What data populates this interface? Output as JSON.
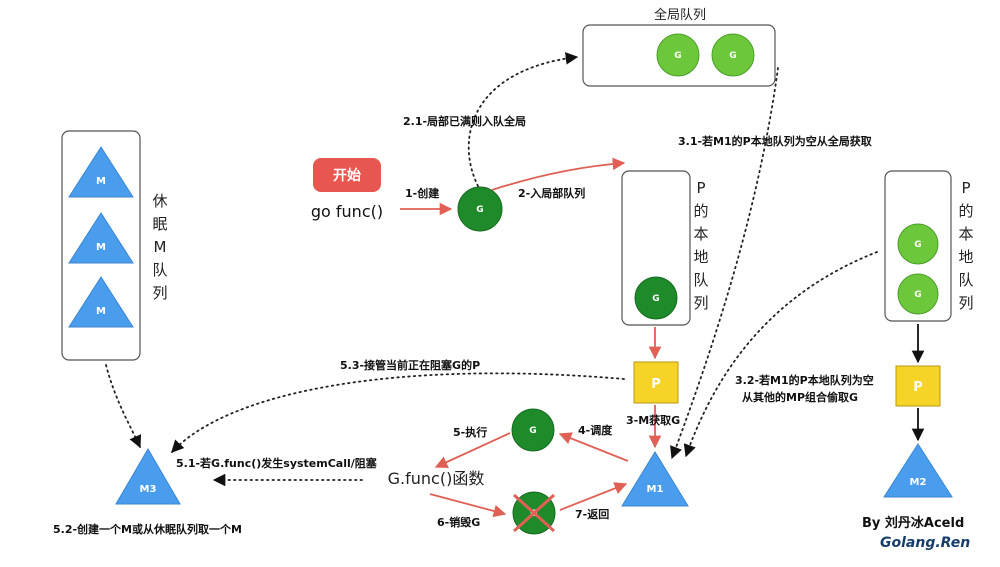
{
  "colors": {
    "arrow_red": "#e06055",
    "g_light": "#6cc83a",
    "g_dark": "#1f8a2a",
    "m_blue": "#4a9ded",
    "p_yellow": "#f5d327",
    "start_red": "#e8574f"
  },
  "global_queue": {
    "title": "全局队列",
    "goroutines": [
      "G",
      "G"
    ]
  },
  "start": {
    "label": "开始",
    "code": "go func()"
  },
  "new_g": "G",
  "p1_local": {
    "title_chars": [
      "P",
      "的",
      "本",
      "地",
      "队",
      "列"
    ],
    "goroutine": "G"
  },
  "p2_local": {
    "title_chars": [
      "P",
      "的",
      "本",
      "地",
      "队",
      "列"
    ],
    "goroutines": [
      "G",
      "G"
    ]
  },
  "sleep_queue": {
    "title_chars": [
      "休",
      "眠",
      "M",
      "队",
      "列"
    ],
    "threads": [
      "M",
      "M",
      "M"
    ]
  },
  "processors": {
    "p1": "P",
    "p2": "P"
  },
  "threads": {
    "m1": "M1",
    "m2": "M2",
    "m3": "M3"
  },
  "exec_g": "G",
  "destroyed_g": "G",
  "func_call": "G.func()函数",
  "steps": {
    "s1": "1-创建",
    "s2": "2-入局部队列",
    "s21": "2.1-局部已满则入队全局",
    "s31": "3.1-若M1的P本地队列为空从全局获取",
    "s32_line1": "3.2-若M1的P本地队列为空",
    "s32_line2": "从其他的MP组合偷取G",
    "s3": "3-M获取G",
    "s4": "4-调度",
    "s5": "5-执行",
    "s6": "6-销毁G",
    "s7": "7-返回",
    "s51": "5.1-若G.func()发生systemCall/阻塞",
    "s52": "5.2-创建一个M或从休眠队列取一个M",
    "s53": "5.3-接管当前正在阻塞G的P"
  },
  "credit": {
    "author": "By 刘丹冰Aceld",
    "site": "Golang.Ren"
  },
  "icons": [
    "cross-icon"
  ]
}
